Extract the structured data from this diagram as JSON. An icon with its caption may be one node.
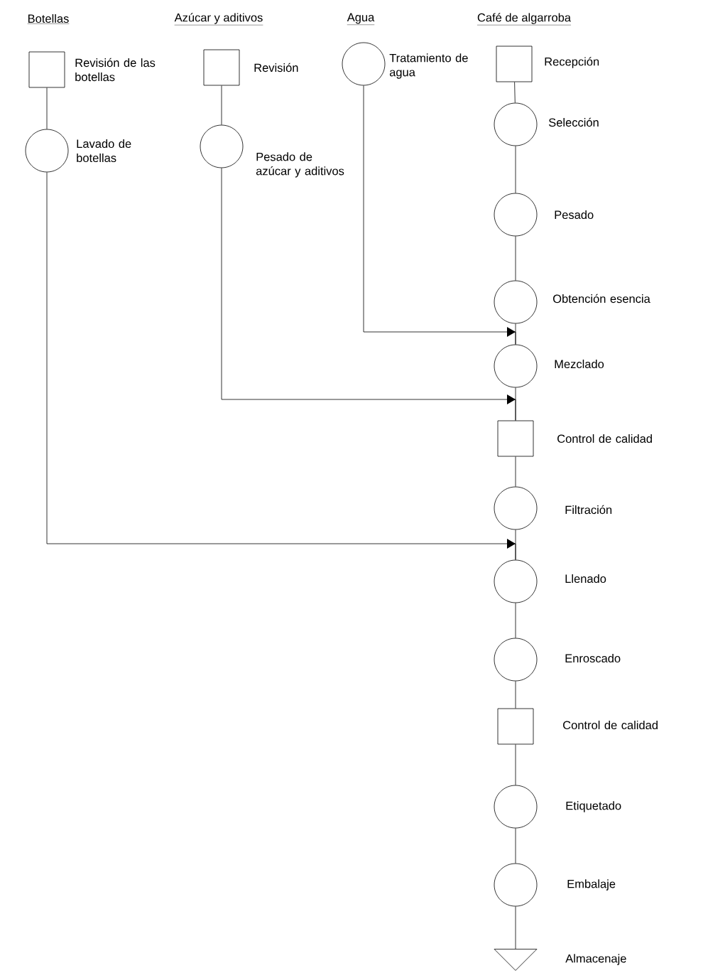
{
  "diagram": {
    "nodes": [
      {
        "text": [],
        "shape": "box",
        "beside": [
          "Revisión de las botellas"
        ]
      },
      {
        "text": [],
        "shape": "circle",
        "beside": [
          "Lavado de botellas"
        ]
      },
      {
        "text": [],
        "shape": "box",
        "beside": [
          "Revisión"
        ]
      },
      {
        "text": [],
        "shape": "circle",
        "beside": [
          "Pesado de azúcar y aditivos"
        ]
      },
      {
        "text": [],
        "shape": "circle",
        "beside": [
          "Tratamiento de agua"
        ]
      },
      {
        "text": [],
        "shape": "box",
        "beside": [
          "Recepción"
        ]
      },
      {
        "text": [],
        "shape": "circle",
        "beside": [
          "Selección"
        ]
      },
      {
        "text": [],
        "shape": "circle",
        "beside": [
          "Pesado"
        ]
      },
      {
        "text": [],
        "shape": "circle",
        "beside": [
          "Obtención esencia"
        ]
      },
      {
        "text": [],
        "shape": "circle",
        "beside": [
          "Mezclado"
        ]
      },
      {
        "text": [],
        "shape": "box",
        "beside": [
          "Control de calidad"
        ]
      },
      {
        "text": [],
        "shape": "circle",
        "beside": [
          "Filtración"
        ]
      },
      {
        "text": [],
        "shape": "circle",
        "beside": [
          "Llenado"
        ]
      },
      {
        "text": [],
        "shape": "circle",
        "beside": [
          "Enroscado"
        ]
      },
      {
        "text": [],
        "shape": "box",
        "beside": [
          "Control de calidad"
        ]
      },
      {
        "text": [],
        "shape": "circle",
        "beside": [
          "Etiquetado"
        ]
      },
      {
        "text": [],
        "shape": "circle",
        "beside": [
          "Embalaje"
        ]
      },
      {
        "text": [],
        "shape": "triangle",
        "beside": [
          "Almacenaje"
        ]
      }
    ],
    "edges": [
      {
        "from": 0,
        "to": 1,
        "arrow": "none"
      },
      {
        "from": 2,
        "to": 3,
        "arrow": "none"
      },
      {
        "from": 5,
        "to": 6,
        "arrow": "none"
      },
      {
        "from": 6,
        "to": 7,
        "arrow": "none"
      },
      {
        "from": 7,
        "to": 8,
        "arrow": "none"
      },
      {
        "from": 8,
        "to": 9,
        "arrow": "none"
      },
      {
        "from": 4,
        "to": 9,
        "arrow": "to"
      },
      {
        "from": 9,
        "to": 10,
        "arrow": "none"
      },
      {
        "from": 3,
        "to": 10,
        "arrow": "to"
      },
      {
        "from": 10,
        "to": 11,
        "arrow": "none"
      },
      {
        "from": 11,
        "to": 12,
        "arrow": "none"
      },
      {
        "from": 1,
        "to": 12,
        "arrow": "to"
      },
      {
        "from": 12,
        "to": 13,
        "arrow": "none"
      },
      {
        "from": 13,
        "to": 14,
        "arrow": "none"
      },
      {
        "from": 14,
        "to": 15,
        "arrow": "none"
      },
      {
        "from": 15,
        "to": 16,
        "arrow": "none"
      },
      {
        "from": 16,
        "to": 17,
        "arrow": "none"
      }
    ],
    "labels": [
      "Botellas",
      "Azúcar y aditivos",
      "Agua",
      "Café de algarroba"
    ]
  }
}
